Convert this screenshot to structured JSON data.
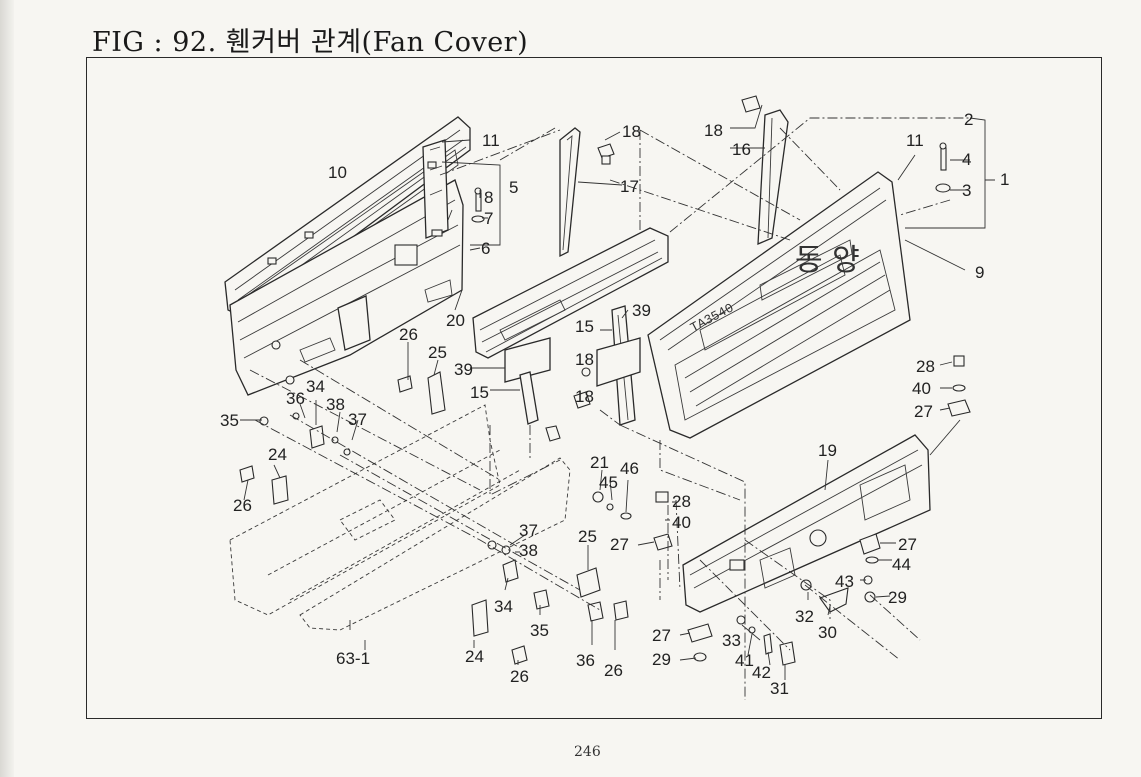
{
  "header": {
    "title": "FIG : 92. 휀커버 관계(Fan Cover)",
    "page_number": "246"
  },
  "emblem_text": "동 양",
  "plate_text": "TA3540",
  "callouts": [
    {
      "id": "c1",
      "text": "1"
    },
    {
      "id": "c2",
      "text": "2"
    },
    {
      "id": "c3",
      "text": "3"
    },
    {
      "id": "c4",
      "text": "4"
    },
    {
      "id": "c5",
      "text": "5"
    },
    {
      "id": "c6",
      "text": "6"
    },
    {
      "id": "c7",
      "text": "7"
    },
    {
      "id": "c8",
      "text": "8"
    },
    {
      "id": "c9",
      "text": "9"
    },
    {
      "id": "c10",
      "text": "10"
    },
    {
      "id": "c11a",
      "text": "11"
    },
    {
      "id": "c11b",
      "text": "11"
    },
    {
      "id": "c15a",
      "text": "15"
    },
    {
      "id": "c15b",
      "text": "15"
    },
    {
      "id": "c16",
      "text": "16"
    },
    {
      "id": "c17",
      "text": "17"
    },
    {
      "id": "c18a",
      "text": "18"
    },
    {
      "id": "c18b",
      "text": "18"
    },
    {
      "id": "c18c",
      "text": "18"
    },
    {
      "id": "c18d",
      "text": "18"
    },
    {
      "id": "c19",
      "text": "19"
    },
    {
      "id": "c20",
      "text": "20"
    },
    {
      "id": "c21",
      "text": "21"
    },
    {
      "id": "c24a",
      "text": "24"
    },
    {
      "id": "c24b",
      "text": "24"
    },
    {
      "id": "c25a",
      "text": "25"
    },
    {
      "id": "c25b",
      "text": "25"
    },
    {
      "id": "c26a",
      "text": "26"
    },
    {
      "id": "c26b",
      "text": "26"
    },
    {
      "id": "c26c",
      "text": "26"
    },
    {
      "id": "c26d",
      "text": "26"
    },
    {
      "id": "c27a",
      "text": "27"
    },
    {
      "id": "c27b",
      "text": "27"
    },
    {
      "id": "c27c",
      "text": "27"
    },
    {
      "id": "c27d",
      "text": "27"
    },
    {
      "id": "c28a",
      "text": "28"
    },
    {
      "id": "c28b",
      "text": "28"
    },
    {
      "id": "c29a",
      "text": "29"
    },
    {
      "id": "c29b",
      "text": "29"
    },
    {
      "id": "c30",
      "text": "30"
    },
    {
      "id": "c31",
      "text": "31"
    },
    {
      "id": "c32",
      "text": "32"
    },
    {
      "id": "c33",
      "text": "33"
    },
    {
      "id": "c34a",
      "text": "34"
    },
    {
      "id": "c34b",
      "text": "34"
    },
    {
      "id": "c35a",
      "text": "35"
    },
    {
      "id": "c35b",
      "text": "35"
    },
    {
      "id": "c36a",
      "text": "36"
    },
    {
      "id": "c36b",
      "text": "36"
    },
    {
      "id": "c37a",
      "text": "37"
    },
    {
      "id": "c37b",
      "text": "37"
    },
    {
      "id": "c38a",
      "text": "38"
    },
    {
      "id": "c38b",
      "text": "38"
    },
    {
      "id": "c39a",
      "text": "39"
    },
    {
      "id": "c39b",
      "text": "39"
    },
    {
      "id": "c40a",
      "text": "40"
    },
    {
      "id": "c40b",
      "text": "40"
    },
    {
      "id": "c41",
      "text": "41"
    },
    {
      "id": "c42",
      "text": "42"
    },
    {
      "id": "c43",
      "text": "43"
    },
    {
      "id": "c44",
      "text": "44"
    },
    {
      "id": "c45",
      "text": "45"
    },
    {
      "id": "c46",
      "text": "46"
    },
    {
      "id": "c63",
      "text": "63-1"
    }
  ]
}
